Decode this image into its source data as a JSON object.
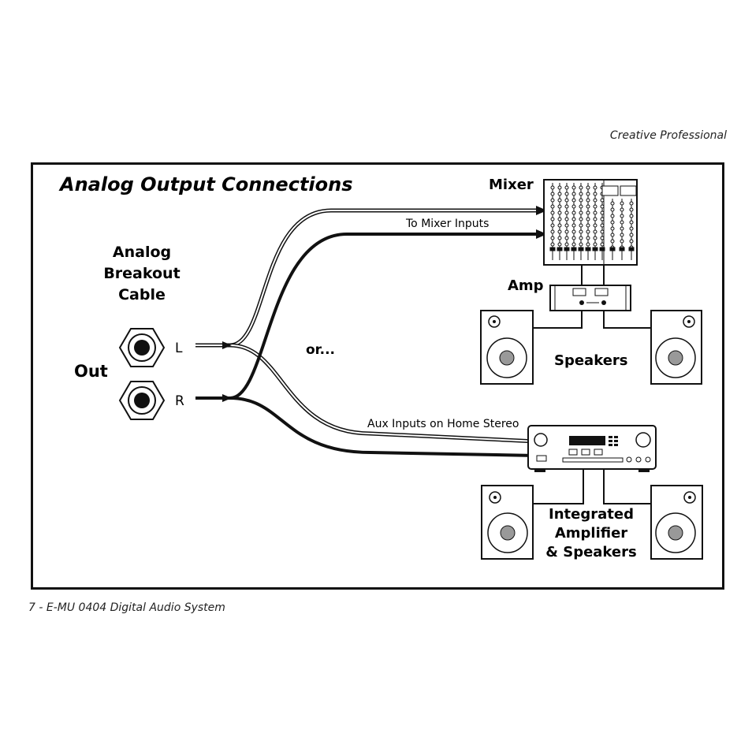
{
  "header": {
    "brand": "Creative Professional"
  },
  "footer": {
    "page_caption": "7 - E-MU 0404 Digital Audio System"
  },
  "diagram": {
    "title": "Analog Output Connections",
    "cable_label": [
      "Analog",
      "Breakout",
      "Cable"
    ],
    "out_label": "Out",
    "jack_left_label": "L",
    "jack_right_label": "R",
    "or_label": "or...",
    "mixer_label": "Mixer",
    "mixer_inputs_label": "To Mixer Inputs",
    "amp_label": "Amp",
    "speakers_label": "Speakers",
    "aux_inputs_label": "Aux Inputs on Home Stereo",
    "integrated_label": [
      "Integrated",
      "Amplifier",
      "& Speakers"
    ]
  }
}
